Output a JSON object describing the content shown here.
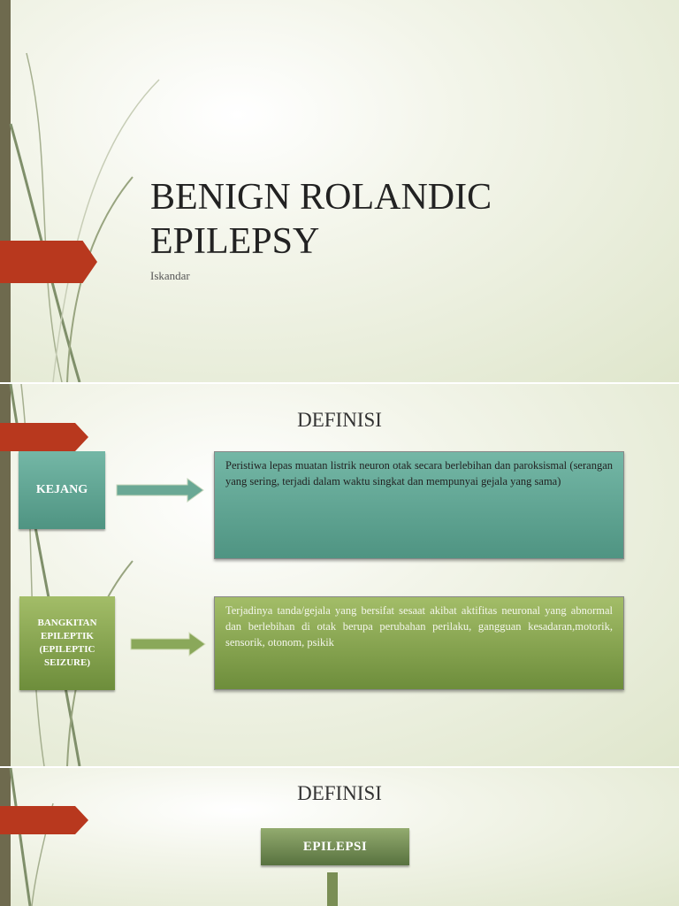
{
  "slide1": {
    "title": "BENIGN ROLANDIC EPILEPSY",
    "subtitle": "Iskandar"
  },
  "slide2": {
    "heading": "DEFINISI",
    "kejang": {
      "label": "KEJANG",
      "description": "Peristiwa lepas muatan listrik neuron otak secara berlebihan dan paroksismal (serangan yang sering, terjadi dalam waktu singkat dan mempunyai gejala yang sama)"
    },
    "bangkitan": {
      "label": "BANGKITAN EPILEPTIK (EPILEPTIC SEIZURE)",
      "description": "Terjadinya tanda/gejala yang bersifat sesaat akibat aktifitas neuronal yang abnormal dan berlebihan di otak berupa perubahan perilaku, gangguan kesadaran,motorik, sensorik, otonom, psikik"
    }
  },
  "slide3": {
    "heading": "DEFINISI",
    "epilepsi_label": "EPILEPSI"
  },
  "colors": {
    "accent_red": "#b8381e",
    "teal": "#5fa693",
    "green": "#86a351",
    "bar": "#6e6a4e"
  }
}
